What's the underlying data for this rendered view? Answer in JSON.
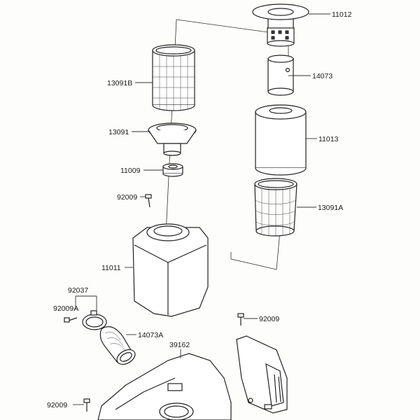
{
  "parts": {
    "p11012": "11012",
    "p14073": "14073",
    "p11013": "11013",
    "p13091A": "13091A",
    "p13091B": "13091B",
    "p13091": "13091",
    "p11009": "11009",
    "p92009_top": "92009",
    "p11011": "11011",
    "p92037": "92037",
    "p92009A": "92009A",
    "p14073A": "14073A",
    "p92009_mid": "92009",
    "p39162": "39162",
    "p92009_bottom": "92009"
  }
}
